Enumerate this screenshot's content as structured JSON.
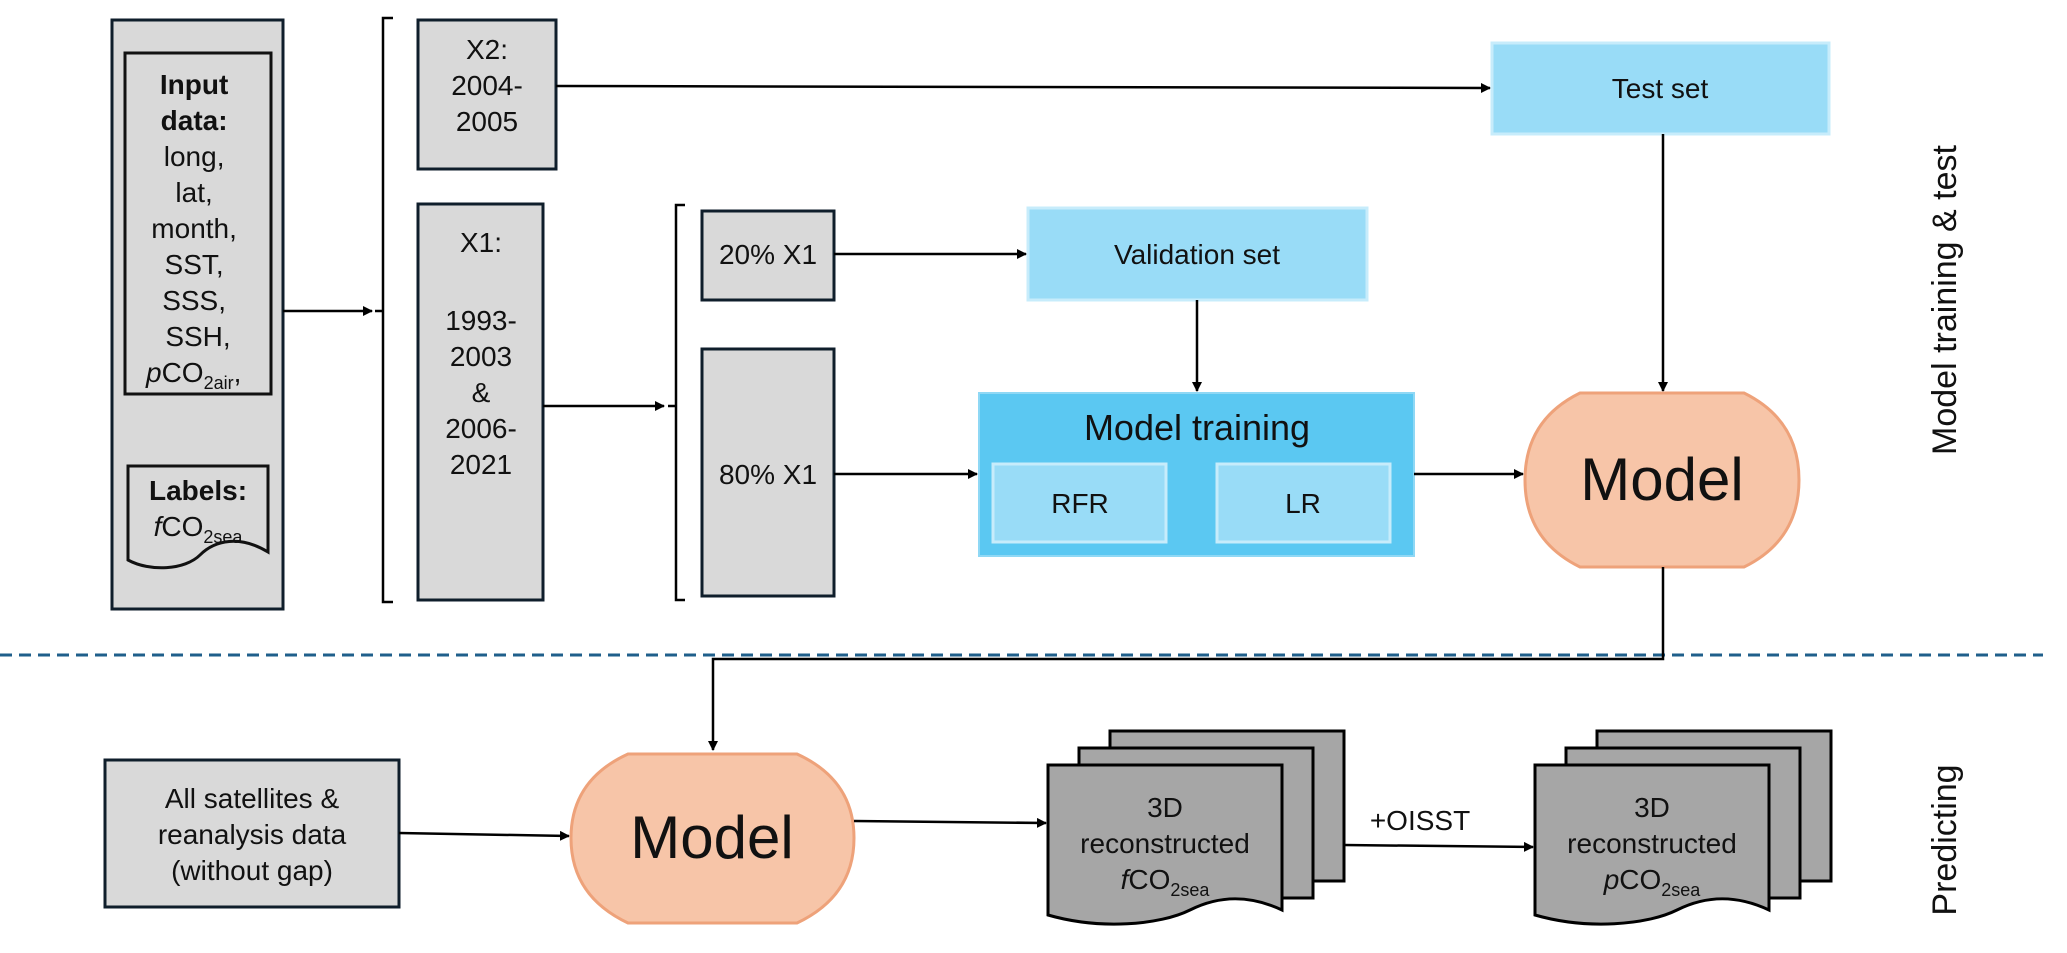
{
  "input_box": {
    "title_line1": "Input",
    "title_line2": "data:",
    "items": [
      "long,",
      "lat,",
      "month,",
      "SST,",
      "SSS,",
      "SSH,"
    ],
    "pco2_prefix": "p",
    "pco2_main": "CO",
    "pco2_sub": "2air",
    "pco2_suffix": ","
  },
  "labels_box": {
    "title": "Labels:",
    "fco2_prefix": "f",
    "fco2_main": "CO",
    "fco2_sub": "2sea"
  },
  "x2": {
    "line1": "X2:",
    "line2": "2004-",
    "line3": "2005"
  },
  "x1": {
    "line1": "X1:",
    "line2": "1993-",
    "line3": "2003",
    "line4": "&",
    "line5": "2006-",
    "line6": "2021"
  },
  "split_20": "20% X1",
  "split_80": "80% X1",
  "validation_set": "Validation set",
  "test_set": "Test set",
  "model_training": {
    "title": "Model training",
    "rfr": "RFR",
    "lr": "LR"
  },
  "model_label": "Model",
  "section_labels": {
    "top": "Model training & test",
    "bottom": "Predicting"
  },
  "predict": {
    "input_line1": "All satellites &",
    "input_line2": "reanalysis data",
    "input_line3": "(without gap)",
    "model": "Model",
    "doc1": {
      "line1": "3D",
      "line2": "reconstructed",
      "prefix": "f",
      "main": "CO",
      "sub": "2sea"
    },
    "oisst": "+OISST",
    "doc2": {
      "line1": "3D",
      "line2": "reconstructed",
      "prefix": "p",
      "main": "CO",
      "sub": "2sea"
    }
  },
  "colors": {
    "dark_blue": "#5bc8f2",
    "light_blue": "#99dcf7",
    "model_fill": "#f7c5a8",
    "gray_box": "#d9d9d9",
    "doc_gray": "#a6a6a6",
    "divider": "#1f5f8b"
  }
}
